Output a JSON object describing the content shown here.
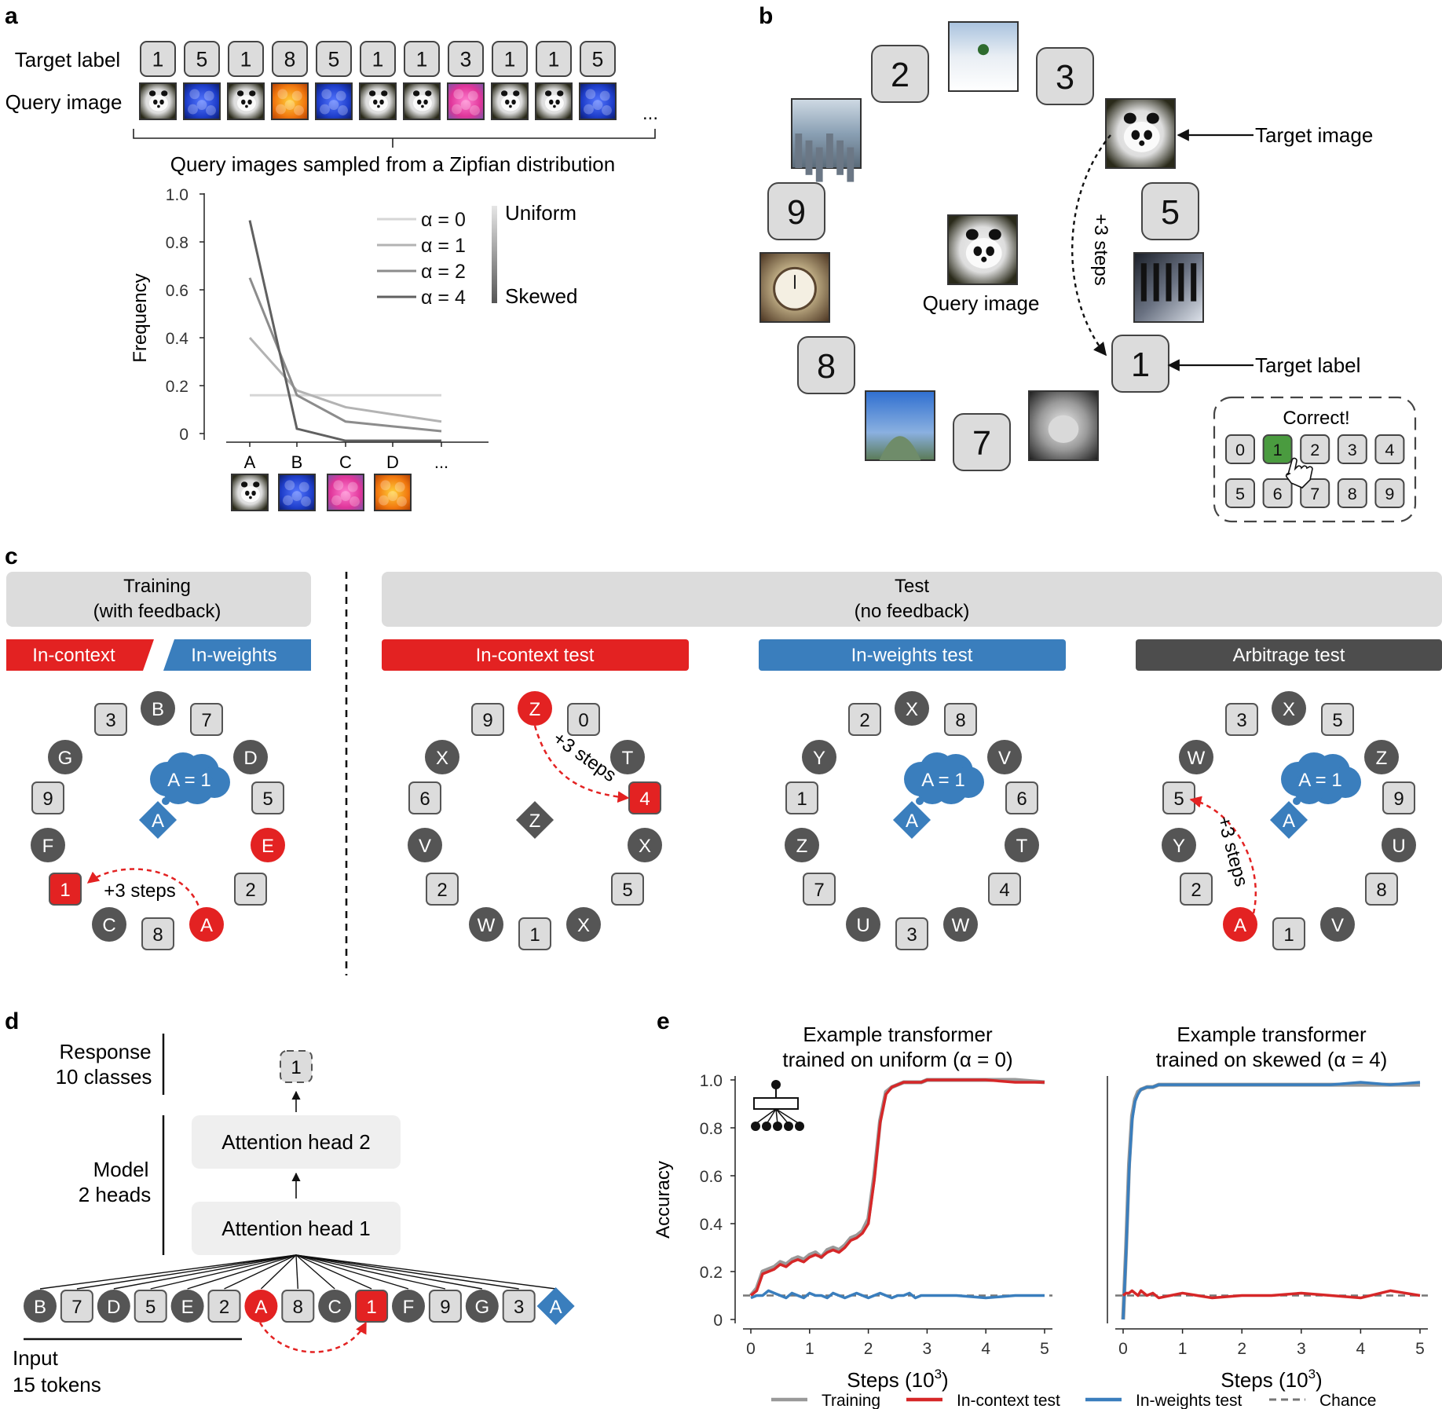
{
  "panels": {
    "a": {
      "letter": "a",
      "target_label_text": "Target label",
      "query_image_text": "Query image",
      "target_labels": [
        "1",
        "5",
        "1",
        "8",
        "5",
        "1",
        "1",
        "3",
        "1",
        "1",
        "5"
      ],
      "query_images": [
        "panda",
        "flowers-blue",
        "panda",
        "flowers-orange",
        "flowers-blue",
        "panda",
        "panda",
        "flowers-pink",
        "panda",
        "panda",
        "flowers-blue"
      ],
      "ellipsis": "...",
      "caption": "Query images sampled from a Zipfian distribution"
    },
    "b": {
      "letter": "b",
      "labels": [
        "2",
        "3",
        "9",
        "5",
        "8",
        "1",
        "7"
      ],
      "images": [
        "skier",
        "panda",
        "city",
        "clock",
        "piano",
        "cat",
        "dome"
      ],
      "query_caption": "Query image",
      "target_image_text": "Target image",
      "target_label_text": "Target label",
      "steps_text": "+3 steps",
      "correct_text": "Correct!",
      "keypad_row1": [
        "0",
        "1",
        "2",
        "3",
        "4"
      ],
      "keypad_row2": [
        "5",
        "6",
        "7",
        "8",
        "9"
      ],
      "colors": {
        "correct": "#4a9b3f"
      }
    },
    "c": {
      "letter": "c",
      "training_header": [
        "Training",
        "(with feedback)"
      ],
      "test_header": [
        "Test",
        "(no feedback)"
      ],
      "tags": {
        "in_context": "In-context",
        "in_weights": "In-weights",
        "in_context_test": "In-context test",
        "in_weights_test": "In-weights test",
        "arbitrage_test": "Arbitrage test"
      },
      "thought": "A = 1",
      "steps_text": "+3 steps",
      "rings": [
        [
          "3",
          "B",
          "7",
          "D",
          "5",
          "E",
          "2",
          "A",
          "8",
          "C",
          "1",
          "F",
          "9",
          "G"
        ],
        [
          "9",
          "Z",
          "0",
          "T",
          "4",
          "X",
          "5",
          "X",
          "1",
          "W",
          "2",
          "V",
          "6",
          "X"
        ],
        [
          "2",
          "X",
          "8",
          "V",
          "6",
          "T",
          "4",
          "W",
          "3",
          "U",
          "7",
          "Z",
          "1",
          "Y"
        ],
        [
          "3",
          "X",
          "5",
          "Z",
          "9",
          "U",
          "8",
          "V",
          "1",
          "A",
          "2",
          "Y",
          "5",
          "W"
        ]
      ],
      "centers": [
        "A",
        "Z",
        "A",
        "A"
      ],
      "colors": {
        "red": "#e32222",
        "blue": "#3a7ebd",
        "dark": "#555555",
        "arbitrage": "#4d4d4d"
      }
    },
    "d": {
      "letter": "d",
      "response_text": [
        "Response",
        "10 classes"
      ],
      "model_text": [
        "Model",
        "2 heads"
      ],
      "input_text": [
        "Input",
        "15 tokens"
      ],
      "output_token": "1",
      "head2": "Attention head 2",
      "head1": "Attention head 1",
      "tokens": [
        "B",
        "7",
        "D",
        "5",
        "E",
        "2",
        "A",
        "8",
        "C",
        "1",
        "F",
        "9",
        "G",
        "3",
        "A"
      ]
    },
    "e": {
      "letter": "e",
      "legend": [
        {
          "name": "Training",
          "color": "#999999"
        },
        {
          "name": "In-context test",
          "color": "#d62728"
        },
        {
          "name": "In-weights test",
          "color": "#3a7ebd"
        },
        {
          "name": "Chance",
          "color": "#777777"
        }
      ]
    }
  },
  "chart_data": [
    {
      "type": "line",
      "title": "",
      "xlabel": "",
      "ylabel": "Frequency",
      "categories": [
        "A",
        "B",
        "C",
        "D",
        "..."
      ],
      "category_images": [
        "panda",
        "flowers-blue",
        "flowers-pink",
        "flowers-orange"
      ],
      "ylim": [
        0,
        1.0
      ],
      "yticks": [
        "0",
        "0.2",
        "0.4",
        "0.6",
        "0.8",
        "1.0"
      ],
      "grid": false,
      "legend_position": "top-right",
      "colorbar_labels": [
        "Uniform",
        "Skewed"
      ],
      "series": [
        {
          "name": "α = 0",
          "color": "#d6d6d6",
          "values": [
            0.16,
            0.16,
            0.16,
            0.16,
            0.16
          ]
        },
        {
          "name": "α = 1",
          "color": "#b3b3b3",
          "values": [
            0.4,
            0.18,
            0.11,
            0.08,
            0.05
          ]
        },
        {
          "name": "α = 2",
          "color": "#8c8c8c",
          "values": [
            0.65,
            0.16,
            0.05,
            0.03,
            0.01
          ]
        },
        {
          "name": "α = 4",
          "color": "#606060",
          "values": [
            0.89,
            0.02,
            -0.03,
            -0.03,
            -0.03
          ]
        }
      ]
    },
    {
      "type": "line",
      "title": "Example transformer trained on uniform (α = 0)",
      "title_lines": [
        "Example transformer",
        "trained on uniform (α = 0)"
      ],
      "xlabel": "Steps (10",
      "xlabel_exp": "3",
      "xlabel_close": ")",
      "ylabel": "Accuracy",
      "xlim": [
        0,
        5
      ],
      "ylim": [
        0,
        1.0
      ],
      "xticks": [
        "0",
        "1",
        "2",
        "3",
        "4",
        "5"
      ],
      "yticks": [
        "0",
        "0.2",
        "0.4",
        "0.6",
        "0.8",
        "1.0"
      ],
      "grid": false,
      "chance": 0.1,
      "x": [
        0,
        0.1,
        0.2,
        0.3,
        0.4,
        0.5,
        0.6,
        0.7,
        0.8,
        0.9,
        1.0,
        1.1,
        1.2,
        1.3,
        1.4,
        1.5,
        1.6,
        1.7,
        1.8,
        1.9,
        2.0,
        2.1,
        2.2,
        2.3,
        2.4,
        2.5,
        2.6,
        2.7,
        2.8,
        2.9,
        3.0,
        3.5,
        4.0,
        4.5,
        5.0
      ],
      "series": [
        {
          "name": "Training",
          "color": "#999999",
          "values": [
            0.1,
            0.13,
            0.2,
            0.21,
            0.22,
            0.24,
            0.23,
            0.25,
            0.26,
            0.25,
            0.27,
            0.28,
            0.26,
            0.29,
            0.3,
            0.29,
            0.31,
            0.34,
            0.35,
            0.37,
            0.42,
            0.6,
            0.83,
            0.95,
            0.97,
            0.98,
            0.99,
            0.99,
            0.99,
            0.99,
            1.0,
            1.0,
            1.0,
            1.0,
            0.99
          ]
        },
        {
          "name": "In-context test",
          "color": "#d62728",
          "values": [
            0.1,
            0.12,
            0.19,
            0.2,
            0.21,
            0.23,
            0.22,
            0.24,
            0.25,
            0.24,
            0.26,
            0.27,
            0.26,
            0.28,
            0.29,
            0.28,
            0.3,
            0.33,
            0.34,
            0.36,
            0.4,
            0.58,
            0.82,
            0.94,
            0.97,
            0.98,
            0.99,
            0.99,
            0.99,
            0.99,
            1.0,
            1.0,
            1.0,
            0.99,
            0.99
          ]
        },
        {
          "name": "In-weights test",
          "color": "#3a7ebd",
          "values": [
            0.09,
            0.1,
            0.1,
            0.12,
            0.11,
            0.1,
            0.09,
            0.11,
            0.1,
            0.09,
            0.11,
            0.1,
            0.1,
            0.09,
            0.11,
            0.1,
            0.09,
            0.1,
            0.11,
            0.1,
            0.09,
            0.1,
            0.11,
            0.1,
            0.09,
            0.1,
            0.1,
            0.11,
            0.09,
            0.1,
            0.1,
            0.1,
            0.09,
            0.1,
            0.1
          ]
        }
      ]
    },
    {
      "type": "line",
      "title": "Example transformer trained on skewed (α = 4)",
      "title_lines": [
        "Example transformer",
        "trained on skewed (α = 4)"
      ],
      "xlabel": "Steps (10",
      "xlabel_exp": "3",
      "xlabel_close": ")",
      "ylabel": "",
      "xlim": [
        0,
        5
      ],
      "ylim": [
        0,
        1.0
      ],
      "xticks": [
        "0",
        "1",
        "2",
        "3",
        "4",
        "5"
      ],
      "yticks": [],
      "grid": false,
      "chance": 0.1,
      "x": [
        0,
        0.05,
        0.1,
        0.15,
        0.2,
        0.25,
        0.3,
        0.4,
        0.5,
        0.6,
        0.8,
        1.0,
        1.5,
        2.0,
        2.5,
        3.0,
        3.5,
        4.0,
        4.5,
        5.0
      ],
      "series": [
        {
          "name": "Training",
          "color": "#999999",
          "values": [
            0,
            0.3,
            0.65,
            0.85,
            0.92,
            0.95,
            0.96,
            0.97,
            0.97,
            0.98,
            0.98,
            0.98,
            0.98,
            0.98,
            0.98,
            0.98,
            0.98,
            0.98,
            0.98,
            0.98
          ]
        },
        {
          "name": "In-weights test",
          "color": "#3a7ebd",
          "values": [
            0,
            0.28,
            0.62,
            0.83,
            0.91,
            0.94,
            0.96,
            0.97,
            0.97,
            0.98,
            0.98,
            0.98,
            0.98,
            0.98,
            0.98,
            0.98,
            0.98,
            0.99,
            0.98,
            0.99
          ]
        },
        {
          "name": "In-context test",
          "color": "#d62728",
          "values": [
            0.1,
            0.11,
            0.11,
            0.12,
            0.11,
            0.1,
            0.12,
            0.1,
            0.11,
            0.09,
            0.1,
            0.11,
            0.09,
            0.1,
            0.1,
            0.11,
            0.1,
            0.09,
            0.12,
            0.1
          ]
        }
      ]
    }
  ]
}
